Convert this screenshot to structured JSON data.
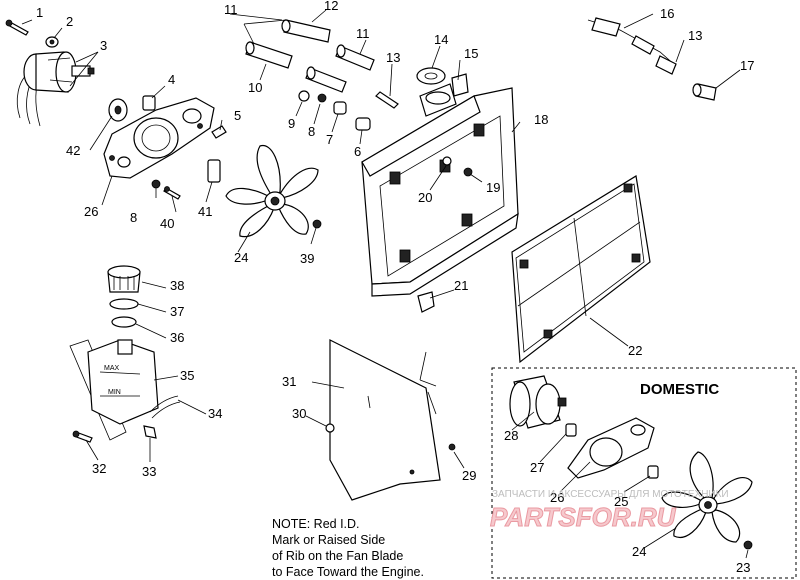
{
  "callouts": [
    {
      "id": "c1",
      "text": "1"
    },
    {
      "id": "c2",
      "text": "2"
    },
    {
      "id": "c3",
      "text": "3"
    },
    {
      "id": "c4",
      "text": "4"
    },
    {
      "id": "c5",
      "text": "5"
    },
    {
      "id": "c6",
      "text": "6"
    },
    {
      "id": "c7",
      "text": "7"
    },
    {
      "id": "c8a",
      "text": "8"
    },
    {
      "id": "c8b",
      "text": "8"
    },
    {
      "id": "c9",
      "text": "9"
    },
    {
      "id": "c10",
      "text": "10"
    },
    {
      "id": "c11a",
      "text": "11"
    },
    {
      "id": "c11b",
      "text": "11"
    },
    {
      "id": "c12",
      "text": "12"
    },
    {
      "id": "c13a",
      "text": "13"
    },
    {
      "id": "c13b",
      "text": "13"
    },
    {
      "id": "c14",
      "text": "14"
    },
    {
      "id": "c15",
      "text": "15"
    },
    {
      "id": "c16",
      "text": "16"
    },
    {
      "id": "c17",
      "text": "17"
    },
    {
      "id": "c18",
      "text": "18"
    },
    {
      "id": "c19",
      "text": "19"
    },
    {
      "id": "c20",
      "text": "20"
    },
    {
      "id": "c21",
      "text": "21"
    },
    {
      "id": "c22",
      "text": "22"
    },
    {
      "id": "c23",
      "text": "23"
    },
    {
      "id": "c24a",
      "text": "24"
    },
    {
      "id": "c24b",
      "text": "24"
    },
    {
      "id": "c25",
      "text": "25"
    },
    {
      "id": "c26a",
      "text": "26"
    },
    {
      "id": "c26b",
      "text": "26"
    },
    {
      "id": "c27",
      "text": "27"
    },
    {
      "id": "c28",
      "text": "28"
    },
    {
      "id": "c29",
      "text": "29"
    },
    {
      "id": "c30",
      "text": "30"
    },
    {
      "id": "c31",
      "text": "31"
    },
    {
      "id": "c32",
      "text": "32"
    },
    {
      "id": "c33",
      "text": "33"
    },
    {
      "id": "c34",
      "text": "34"
    },
    {
      "id": "c35",
      "text": "35"
    },
    {
      "id": "c36",
      "text": "36"
    },
    {
      "id": "c37",
      "text": "37"
    },
    {
      "id": "c38",
      "text": "38"
    },
    {
      "id": "c39",
      "text": "39"
    },
    {
      "id": "c40",
      "text": "40"
    },
    {
      "id": "c41",
      "text": "41"
    },
    {
      "id": "c42",
      "text": "42"
    }
  ],
  "domestic_label": "DOMESTIC",
  "note_lines": [
    "NOTE: Red I.D.",
    "Mark or Raised Side",
    "of Rib on the Fan Blade",
    "to Face Toward the Engine."
  ],
  "tank_labels": {
    "max": "MAX",
    "min": "MIN"
  },
  "watermark": {
    "small": "ЗАПЧАСТИ И АКСЕССУАРЫ ДЛЯ МОТОТЕХНИКИ",
    "big": "PARTSFOR.RU"
  }
}
